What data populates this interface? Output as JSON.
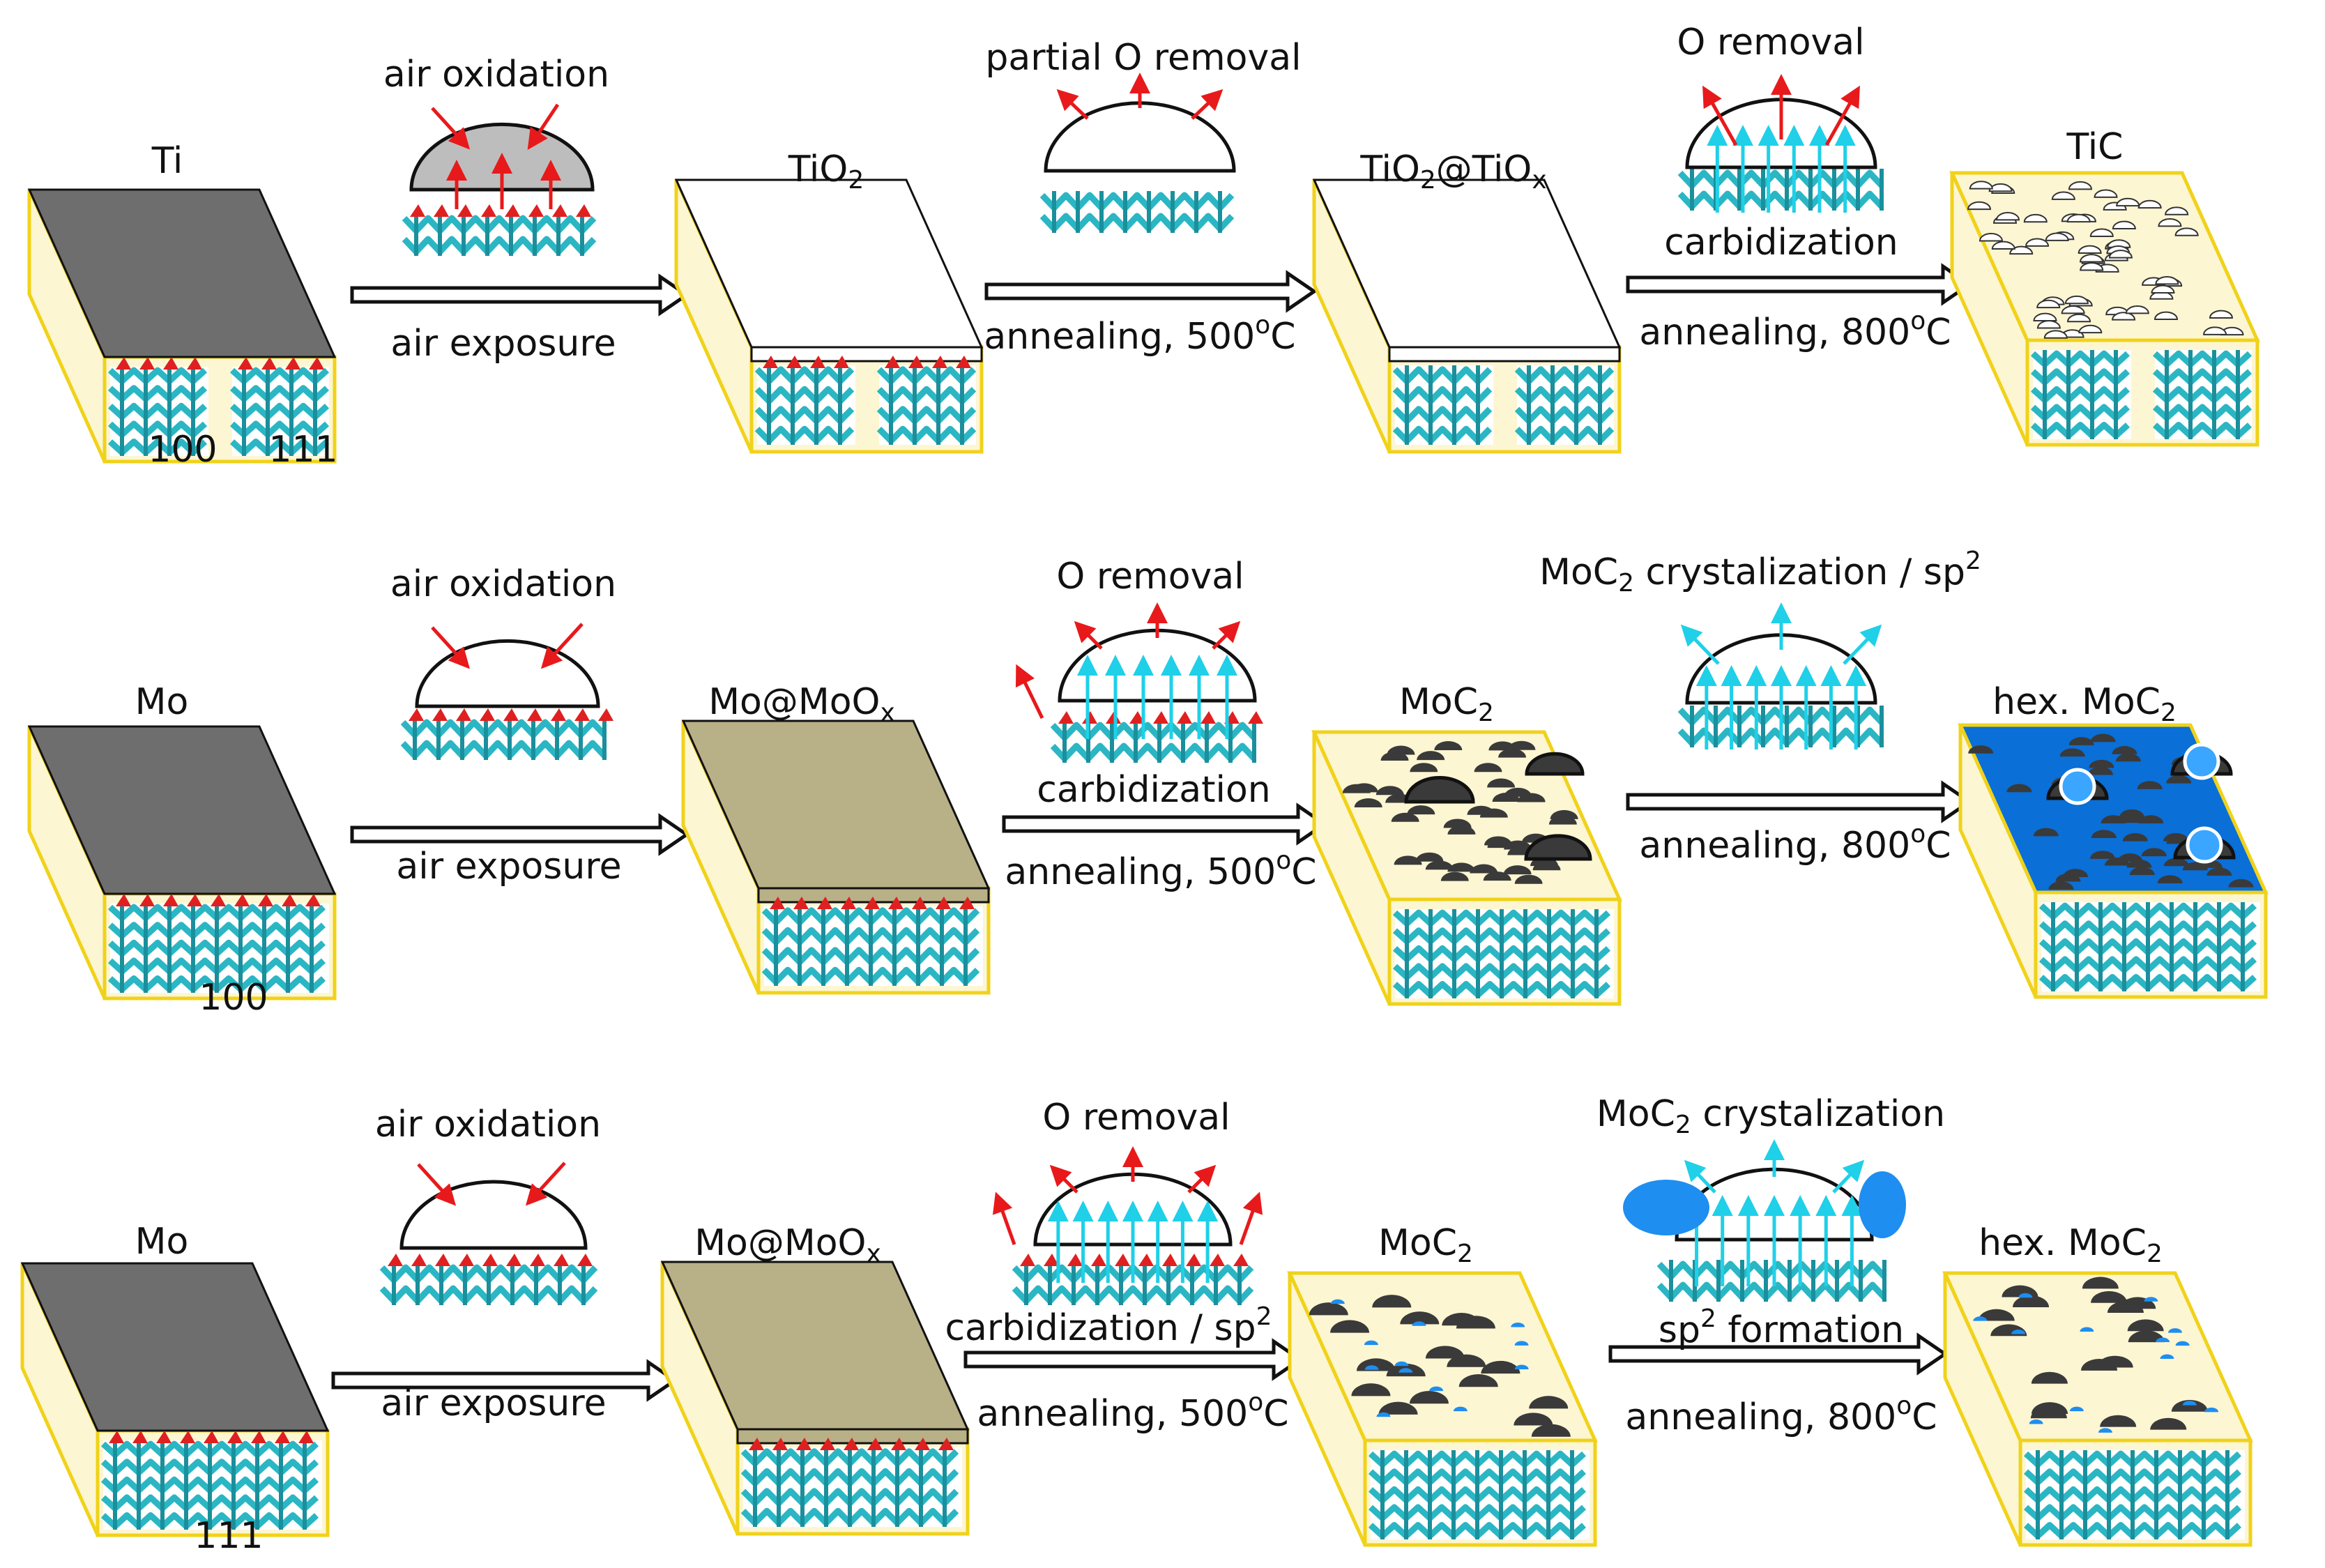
{
  "colors": {
    "metal": "#6e6e6e",
    "metal_top": "#7b7b7b",
    "moox": "#b8b087",
    "side": "#fdf6d2",
    "edge": "#f0d21a",
    "lattice": "#2bb6c4",
    "lattice_dark": "#1b8f9c",
    "oxygen": "#e02020",
    "arrow_red": "#e8191b",
    "arrow_cyan": "#1fd0e8",
    "carbide": "#3a3a3a",
    "blue_layer": "#0a6fd6",
    "blob_blue": "#1e8ef0",
    "dome_gray": "#bdbdbd"
  },
  "rows": [
    {
      "id": "ti",
      "start": {
        "label": "Ti",
        "facets": [
          "100",
          "111"
        ]
      },
      "step1": {
        "top": "air oxidation",
        "bottom": "air exposure"
      },
      "oxide": {
        "label": "TiO",
        "label_sub": "2"
      },
      "step2": {
        "top": "partial O removal",
        "bottom": "annealing, 500",
        "bottom_sup": "o",
        "bottom_unit": "C"
      },
      "mid": {
        "label_a": "TiO",
        "label_sub_a": "2",
        "label_b": "@TiO",
        "label_sub_b": "x"
      },
      "step3": {
        "top": "O removal",
        "middle": "carbidization",
        "bottom": "annealing, 800",
        "bottom_sup": "o",
        "bottom_unit": "C"
      },
      "end": {
        "label": "TiC"
      }
    },
    {
      "id": "mo100",
      "start": {
        "label": "Mo",
        "facet": "100"
      },
      "step1": {
        "top": "air oxidation",
        "bottom": "air exposure"
      },
      "oxide": {
        "label": "Mo@MoO",
        "label_sub": "x"
      },
      "step2": {
        "top": "O removal",
        "middle": "carbidization",
        "bottom": "annealing, 500",
        "bottom_sup": "o",
        "bottom_unit": "C"
      },
      "mid": {
        "label": "MoC",
        "label_sub": "2"
      },
      "step3": {
        "top_a": "MoC",
        "top_sub": "2",
        "top_b": " crystalization / sp",
        "top_sup": "2",
        "bottom": "annealing, 800",
        "bottom_sup": "o",
        "bottom_unit": "C"
      },
      "end": {
        "label_a": "hex. MoC",
        "label_sub": "2"
      }
    },
    {
      "id": "mo111",
      "start": {
        "label": "Mo",
        "facet": "111"
      },
      "step1": {
        "top": "air oxidation",
        "bottom": "air exposure"
      },
      "oxide": {
        "label": "Mo@MoO",
        "label_sub": "x"
      },
      "step2": {
        "top": "O removal",
        "middle": "carbidization / sp",
        "middle_sup": "2",
        "bottom": "annealing, 500",
        "bottom_sup": "o",
        "bottom_unit": "C"
      },
      "mid": {
        "label": "MoC",
        "label_sub": "2"
      },
      "step3": {
        "top_a": "MoC",
        "top_sub": "2",
        "top_b": " crystalization",
        "middle_a": "sp",
        "middle_sup": "2",
        "middle_b": " formation",
        "bottom": "annealing, 800",
        "bottom_sup": "o",
        "bottom_unit": "C"
      },
      "end": {
        "label_a": "hex. MoC",
        "label_sub": "2"
      }
    }
  ]
}
